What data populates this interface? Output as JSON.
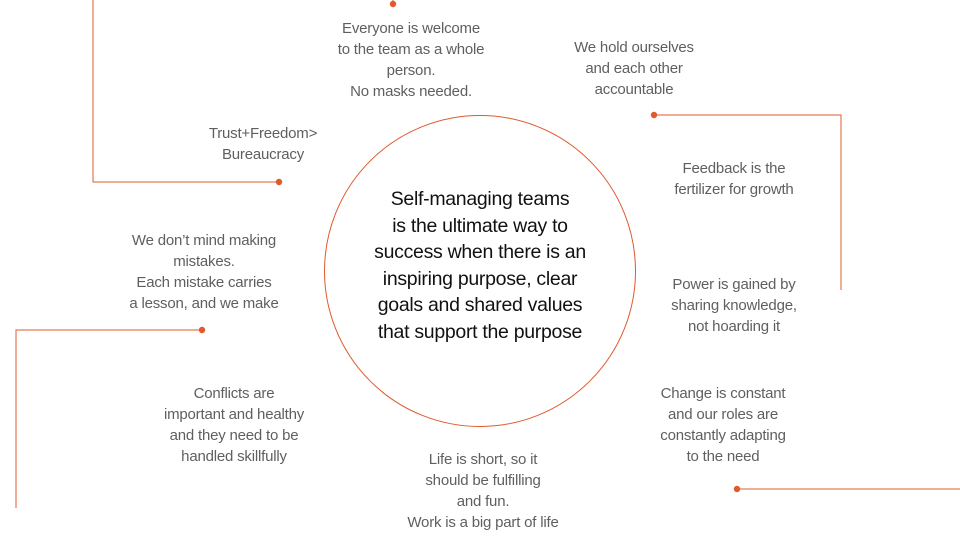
{
  "accent_color": "#e05a2b",
  "center_text": "Self-managing teams\nis the ultimate way to\nsuccess when there is an\ninspiring purpose, clear\ngoals and shared values\nthat support the purpose",
  "values": [
    {
      "id": "welcome",
      "text": "Everyone is welcome\nto the team as a whole\nperson.\nNo masks needed."
    },
    {
      "id": "accountable",
      "text": "We hold ourselves\nand each other\naccountable"
    },
    {
      "id": "trust",
      "text": "Trust+Freedom>\nBureaucracy"
    },
    {
      "id": "feedback",
      "text": "Feedback is the\nfertilizer for growth"
    },
    {
      "id": "mistakes",
      "text": "We don’t mind making\nmistakes.\nEach mistake carries\na lesson, and we make"
    },
    {
      "id": "power",
      "text": "Power is gained by\nsharing knowledge,\nnot hoarding it"
    },
    {
      "id": "conflicts",
      "text": "Conflicts are\nimportant and healthy\nand they need to be\nhandled skillfully"
    },
    {
      "id": "change",
      "text": "Change is constant\nand  our roles are\nconstantly adapting\nto the need"
    },
    {
      "id": "life",
      "text": "Life is short, so it\nshould be fulfilling\nand fun.\nWork is a big part of life"
    }
  ]
}
